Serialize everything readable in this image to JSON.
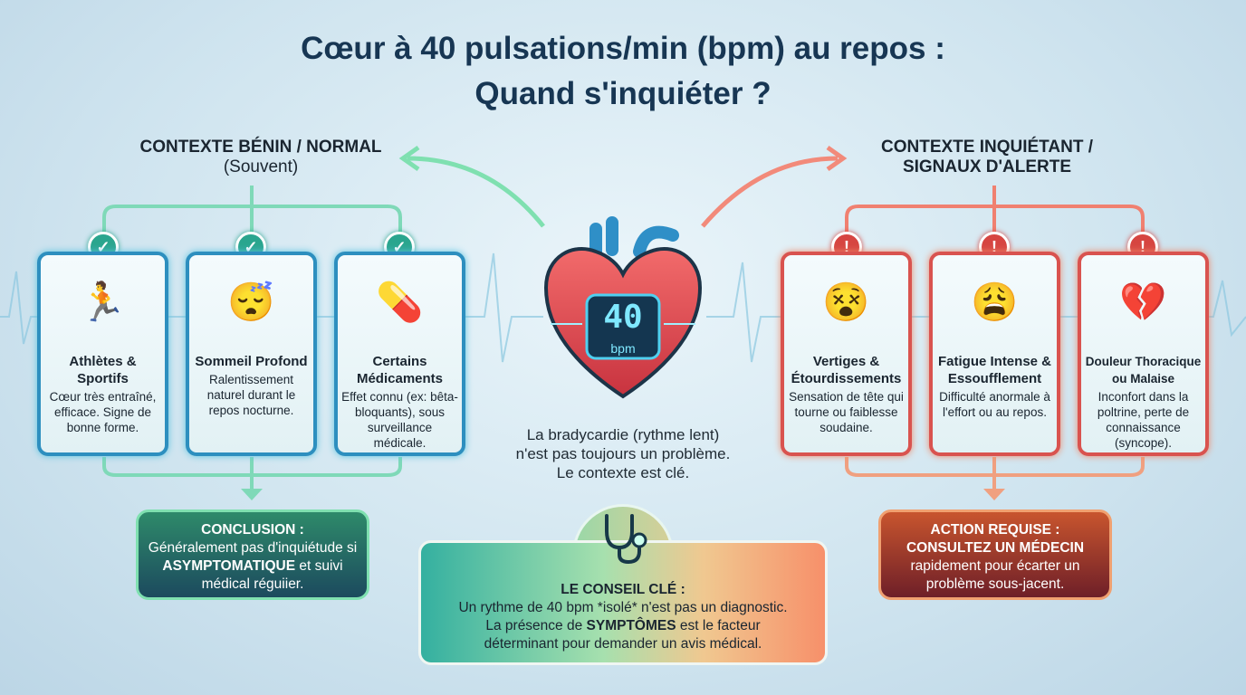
{
  "title": {
    "line1": "Cœur à 40 pulsations/min (bpm) au repos :",
    "line2": "Quand s'inquiéter ?"
  },
  "benign": {
    "heading": "CONTEXTE BÉNIN / NORMAL",
    "sub": "(Souvent)",
    "color": "#2aa58e",
    "cards": [
      {
        "icon": "runner-icon",
        "title": "Athlètes & Sportifs",
        "text": "Cœur très entraîné, efficace. Signe de bonne forme."
      },
      {
        "icon": "sleeping-person-icon",
        "title": "Sommeil Profond",
        "text": "Ralentissement naturel durant le repos nocturne."
      },
      {
        "icon": "medication-icon",
        "title": "Certains Médicaments",
        "text": "Effet connu (ex: bêta-bloquants), sous surveillance médicale."
      }
    ],
    "conclusion": {
      "title": "CONCLUSION :",
      "text1": "Généralement pas d'inquiétude si",
      "strong": "ASYMPTOMATIQUE",
      "text2": "et suivi médical réguiier."
    }
  },
  "alarm": {
    "heading1": "CONTEXTE INQUIÉTANT /",
    "heading2": "SIGNAUX D'ALERTE",
    "color": "#d64541",
    "cards": [
      {
        "icon": "dizzy-head-icon",
        "title": "Vertiges & Étourdissements",
        "text": "Sensation de tête qui tourne ou faiblesse soudaine."
      },
      {
        "icon": "tired-person-icon",
        "title": "Fatigue Intense & Essoufflement",
        "text": "Difficulté anormale à l'effort ou au repos."
      },
      {
        "icon": "chest-pain-icon",
        "title": "Douleur Thoracique ou Malaise",
        "text": "Inconfort dans la poltrine, perte de connaissance (syncope)."
      }
    ],
    "action": {
      "title1": "ACTION REQUISE :",
      "title2": "CONSULTEZ UN MÉDECIN",
      "text": "rapidement pour écarter un problème sous-jacent."
    }
  },
  "heart": {
    "value": "40",
    "unit": "bpm",
    "caption1": "La bradycardie (rythme lent)",
    "caption2": "n'est pas toujours un problème.",
    "caption3": "Le contexte est clé."
  },
  "advice": {
    "title": "LE CONSEIL CLÉ :",
    "line1": "Un rythme de 40 bpm *isolé* n'est pas un diagnostic.",
    "line2a": "La présence de",
    "strong": "SYMPTÔMES",
    "line2b": "est le facteur",
    "line3": "déterminant pour demander un avis médical."
  }
}
